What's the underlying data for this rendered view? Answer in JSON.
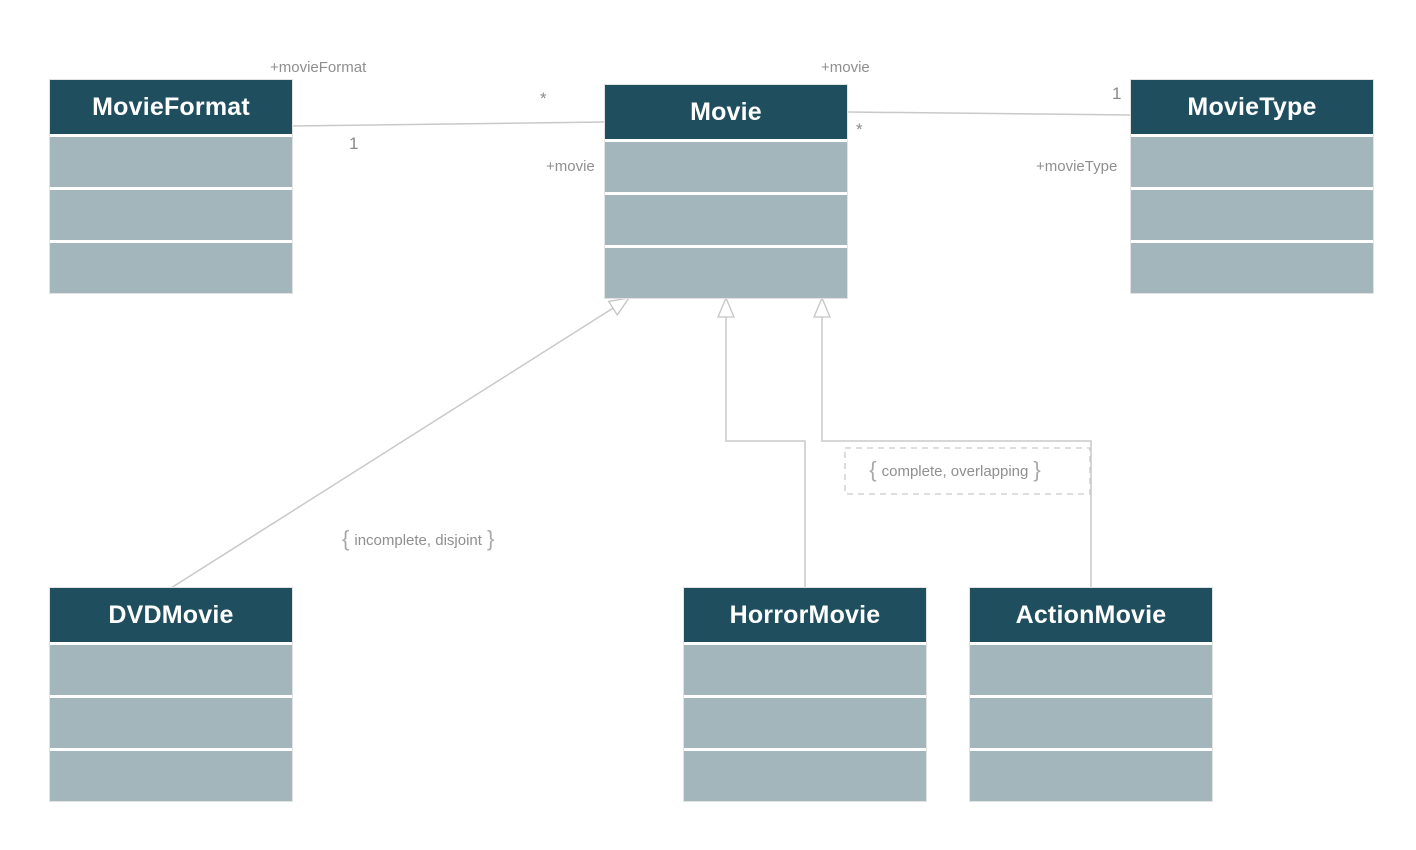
{
  "diagram": {
    "type": "uml-class-diagram",
    "colors": {
      "class_header_bg": "#1f4f5f",
      "class_header_text": "#ffffff",
      "compartment_bg": "#a3b6bb",
      "connector_line": "#c9c9c9",
      "label_text": "#8f8f8f",
      "background": "#ffffff"
    },
    "classes": {
      "movieformat": {
        "name": "MovieFormat"
      },
      "movie": {
        "name": "Movie"
      },
      "movietype": {
        "name": "MovieType"
      },
      "dvdmovie": {
        "name": "DVDMovie"
      },
      "horrormovie": {
        "name": "HorrorMovie"
      },
      "actionmovie": {
        "name": "ActionMovie"
      }
    },
    "associations": {
      "format_movie": {
        "role_top": "+movieFormat",
        "mult_movie_end": "*",
        "mult_format_end": "1",
        "role_movie_end": "+movie"
      },
      "movie_type": {
        "role_top": "+movie",
        "mult_type_end": "1",
        "mult_movie_end": "*",
        "role_type_end": "+movieType"
      }
    },
    "constraints": {
      "disjoint": {
        "open": "{",
        "text": "incomplete, disjoint",
        "close": "}"
      },
      "overlapping": {
        "open": "{",
        "text": "complete, overlapping",
        "close": "}"
      }
    }
  }
}
